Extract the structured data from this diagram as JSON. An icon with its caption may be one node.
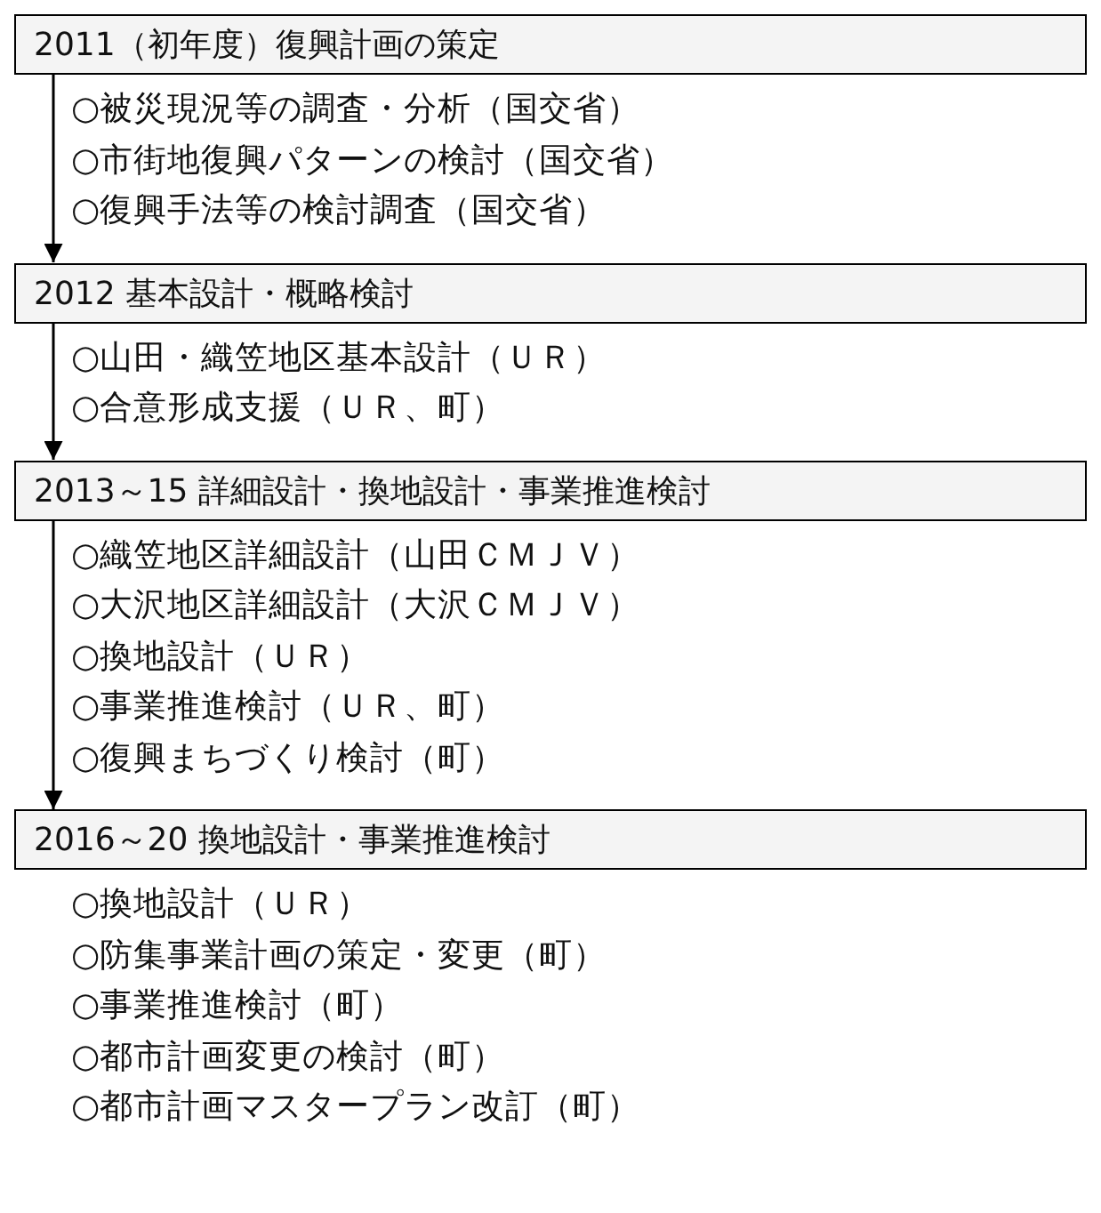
{
  "diagram": {
    "nodes": [
      {
        "text": [
          "2011（初年度）復興計画の策定"
        ],
        "beside": [
          "○被災現況等の調査・分析（国交省）",
          "○市街地復興パターンの検討（国交省）",
          "○復興手法等の検討調査（国交省）"
        ]
      },
      {
        "text": [
          "2012 基本設計・概略検討"
        ],
        "beside": [
          "○山田・織笠地区基本設計（ＵＲ）",
          "○合意形成支援（ＵＲ、町）"
        ]
      },
      {
        "text": [
          "2013～15 詳細設計・換地設計・事業推進検討"
        ],
        "beside": [
          "○織笠地区詳細設計（山田ＣＭＪＶ）",
          "○大沢地区詳細設計（大沢ＣＭＪＶ）",
          "○換地設計（ＵＲ）",
          "○事業推進検討（ＵＲ、町）",
          "○復興まちづくり検討（町）"
        ]
      },
      {
        "text": [
          "2016～20 換地設計・事業推進検討"
        ],
        "beside": [
          "○換地設計（ＵＲ）",
          "○防集事業計画の策定・変更（町）",
          "○事業推進検討（町）",
          "○都市計画変更の検討（町）",
          "○都市計画マスタープラン改訂（町）"
        ]
      }
    ],
    "edges": [
      {
        "from": 0,
        "to": 1,
        "arrow": "to"
      },
      {
        "from": 1,
        "to": 2,
        "arrow": "to"
      },
      {
        "from": 2,
        "to": 3,
        "arrow": "to"
      }
    ]
  }
}
